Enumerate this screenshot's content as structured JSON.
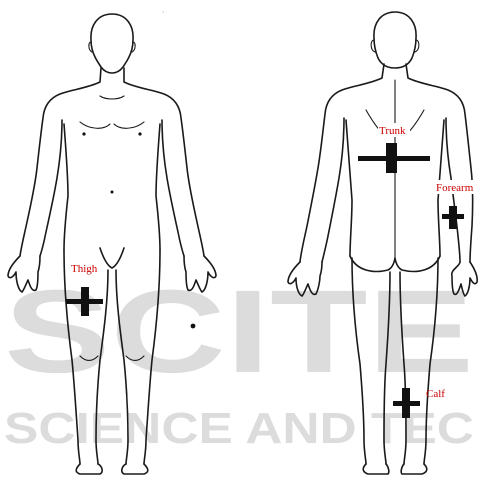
{
  "watermark": {
    "main": "SCITE",
    "sub": "SCIENCE AND TEC",
    "color": "#d8d8d8"
  },
  "labels": {
    "thigh": "Thigh",
    "trunk": "Trunk",
    "forearm": "Forearm",
    "calf": "Calf"
  },
  "colors": {
    "label": "#cc0000",
    "marker": "#111111",
    "outline": "#1a1a1a"
  }
}
